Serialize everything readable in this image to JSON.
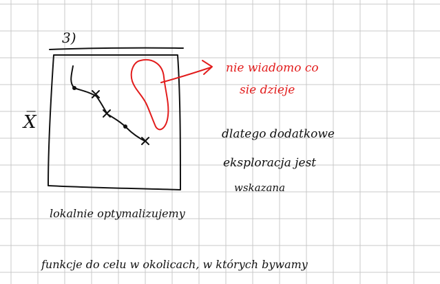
{
  "note": {
    "section_label": "3)",
    "axis_label": "X̅",
    "red_note_line1": "nie wiadomo co",
    "red_note_line2": "sie dzieje",
    "black_note_line1": "dlatego dodatkowe",
    "black_note_line2": "eksploracja jest",
    "black_note_line3": "wskazana",
    "caption": "lokalnie optymalizujemy",
    "bottom_line": "funkcje do celu w okolicach, w których bywamy"
  },
  "colors": {
    "ink": "#111111",
    "red_ink": "#e21c1c",
    "grid": "#c8c8c8"
  }
}
